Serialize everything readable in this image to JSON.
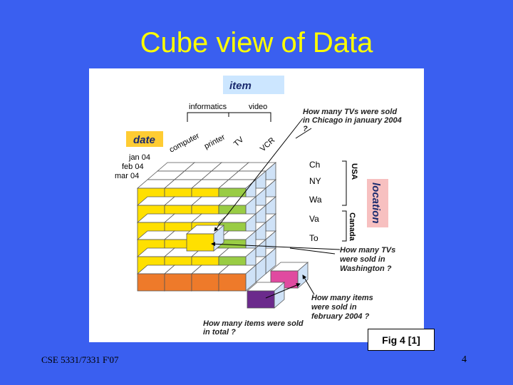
{
  "slide": {
    "title": "Cube view of Data",
    "caption": "Fig 4  [1]",
    "footer_left": "CSE 5331/7331 F'07",
    "page_number": "4"
  },
  "diagram": {
    "item_header": "item",
    "item_groups": [
      "informatics",
      "video"
    ],
    "items": [
      "computer",
      "printer",
      "TV",
      "VCR"
    ],
    "date_header": "date",
    "dates": [
      "jan 04",
      "feb 04",
      "mar 04"
    ],
    "location_header": "location",
    "countries": [
      "USA",
      "Canada"
    ],
    "cities": [
      "Ch",
      "NY",
      "Wa",
      "Va",
      "To"
    ],
    "questions": [
      "How many TVs were sold in Chicago in january 2004 ?",
      "How many TVs were sold in Washington ?",
      "How many items were sold in february 2004 ?",
      "How many items were sold in total ?"
    ]
  },
  "colors": {
    "background": "#3a5ff0",
    "title": "#ffff00",
    "yellow_cube": "#ffe000",
    "green_cube": "#99cc44",
    "orange_cube": "#ee7a2a",
    "pink_cube": "#e04aa0",
    "purple_cube": "#6b2a8c",
    "item_box": "#cce6ff",
    "date_box": "#ffcc33",
    "location_box": "#f7c0c0"
  }
}
